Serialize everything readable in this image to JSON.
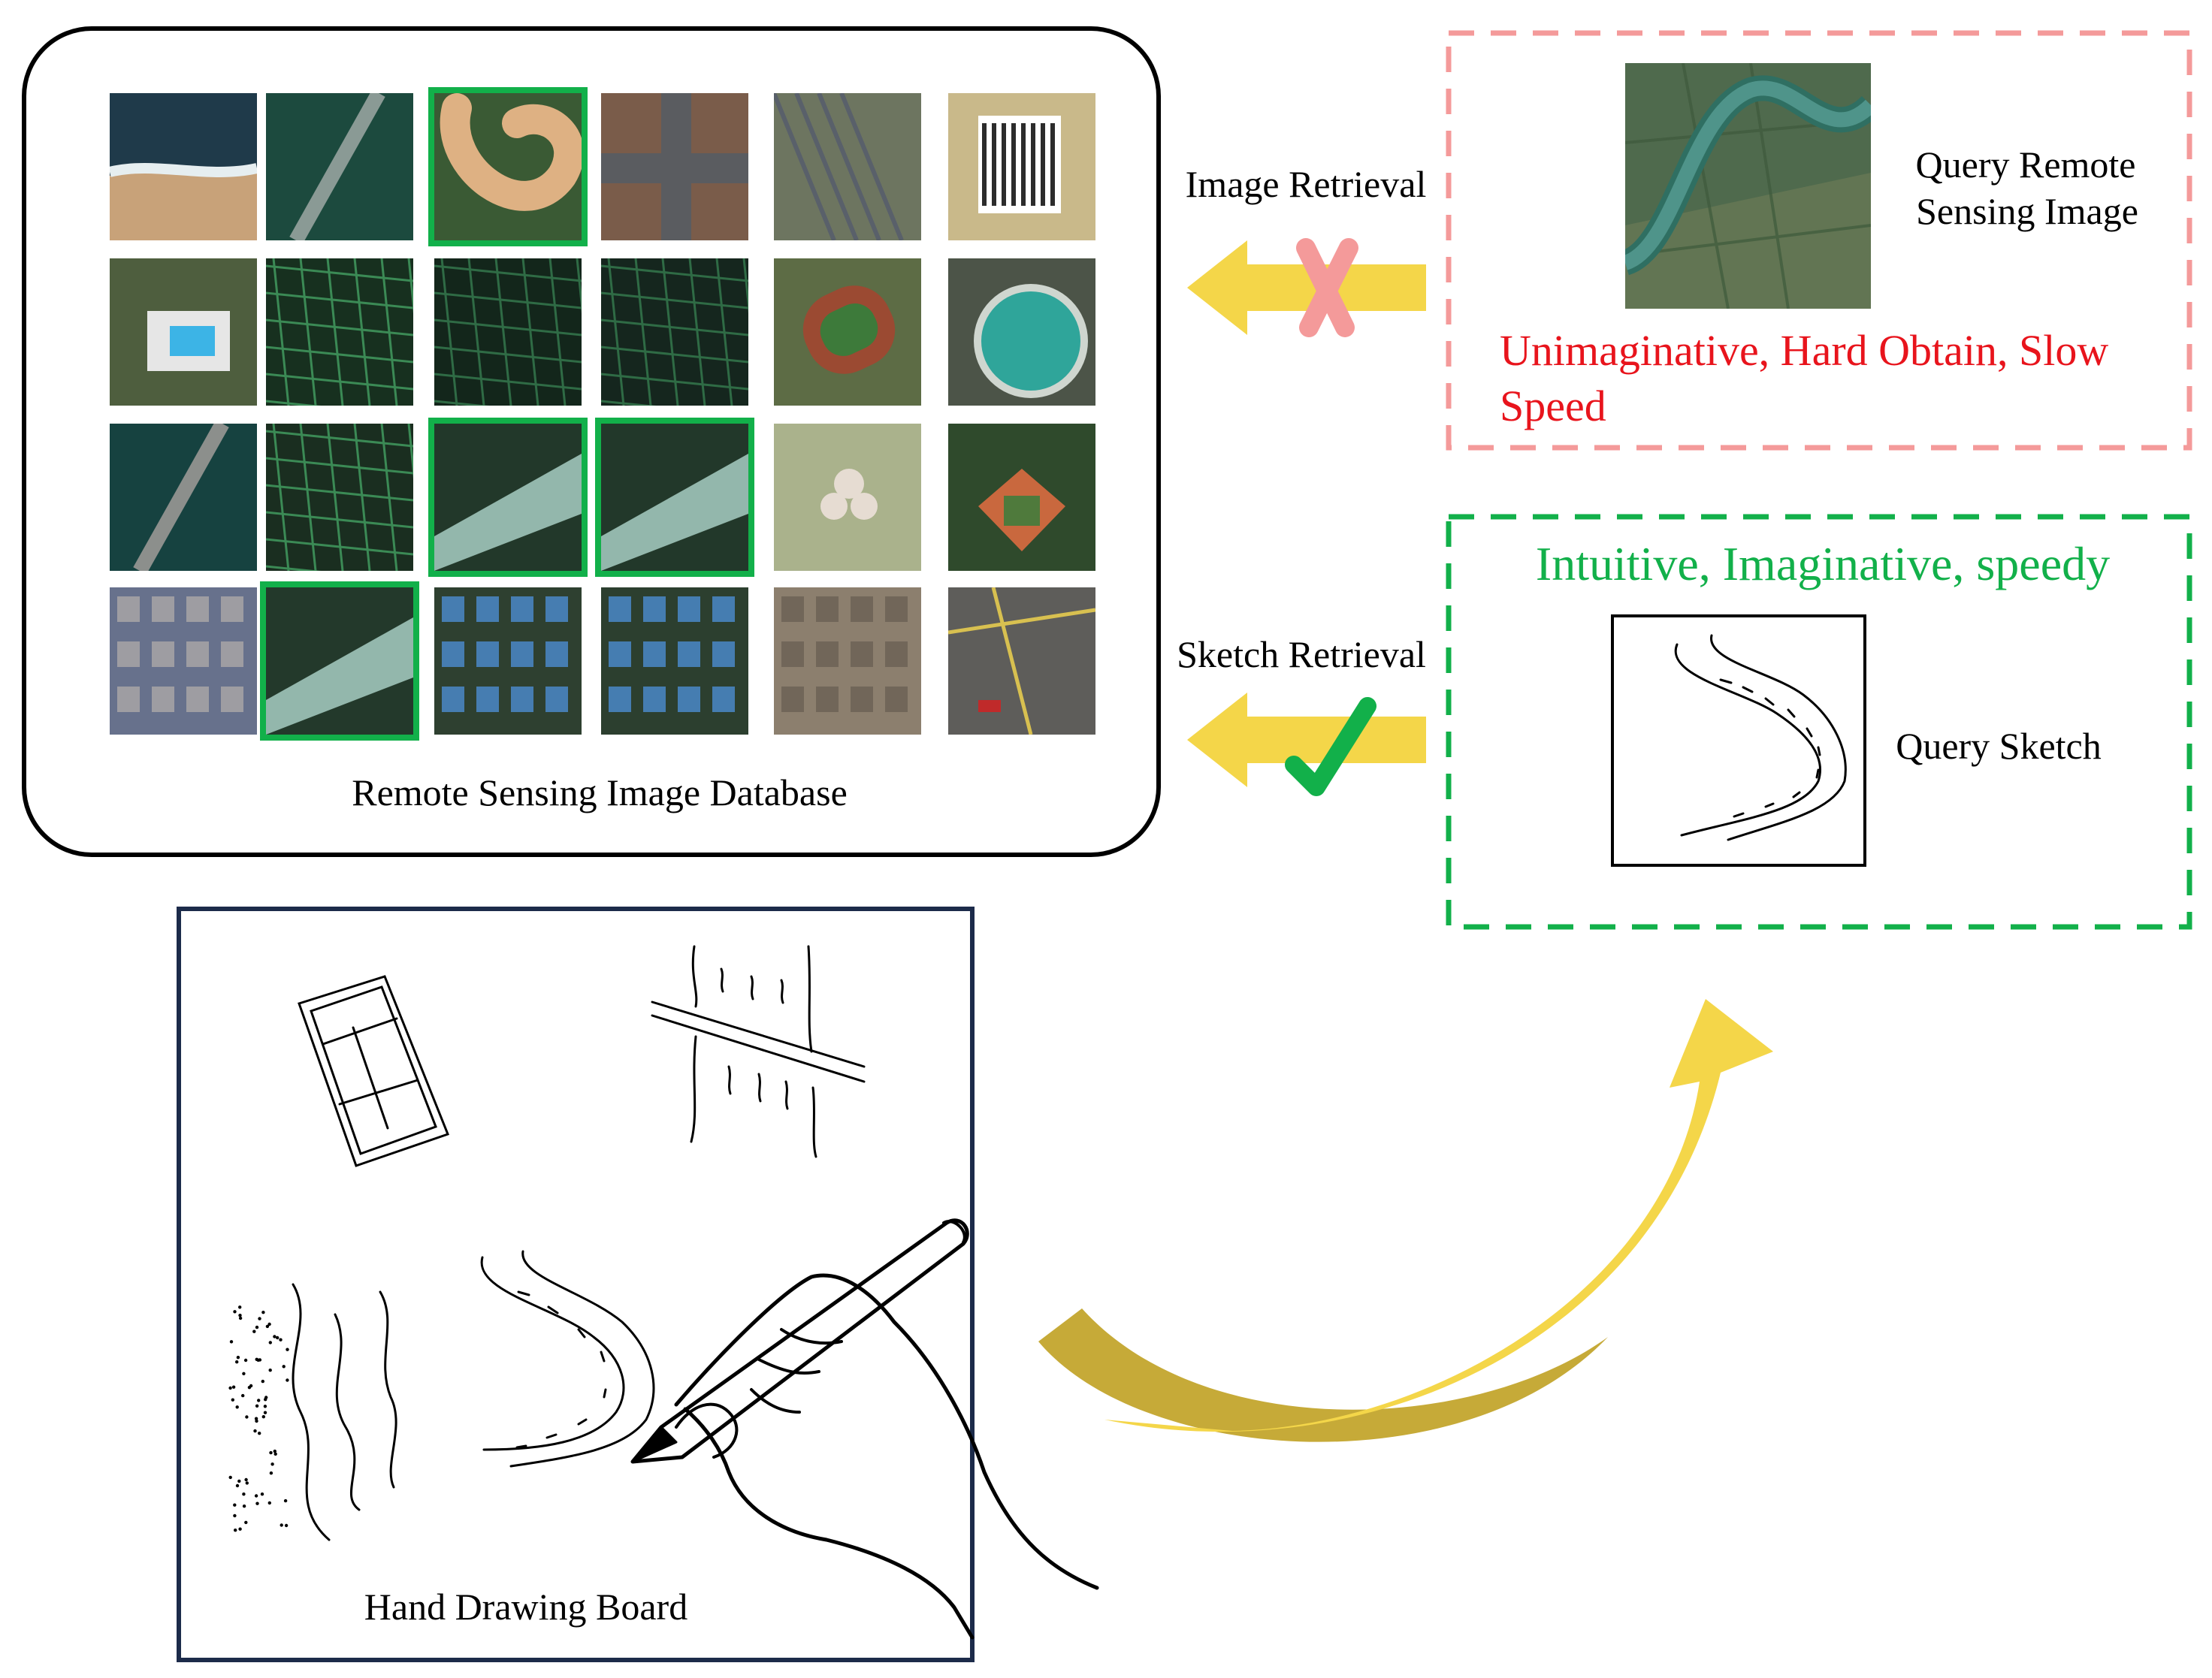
{
  "database": {
    "caption": "Remote Sensing Image Database",
    "tiles": [
      {
        "kind": "beach",
        "c1": "#1f3a4a",
        "c2": "#c8a279",
        "hl": false
      },
      {
        "kind": "bridge",
        "c1": "#1c4a3e",
        "c2": "#8a9a95",
        "hl": false
      },
      {
        "kind": "curve",
        "c1": "#3a5a34",
        "c2": "#deb183",
        "hl": true
      },
      {
        "kind": "cross",
        "c1": "#7a5c4a",
        "c2": "#5a5c60",
        "hl": false
      },
      {
        "kind": "rail",
        "c1": "#6d7560",
        "c2": "#59606a",
        "hl": false
      },
      {
        "kind": "stripes",
        "c1": "#c9b98a",
        "c2": "#2c2c2c",
        "hl": false
      },
      {
        "kind": "pool",
        "c1": "#4e5e3e",
        "c2": "#3cb4e6",
        "hl": false
      },
      {
        "kind": "urban",
        "c1": "#17301f",
        "c2": "#3b8a55",
        "hl": false
      },
      {
        "kind": "grid",
        "c1": "#13261b",
        "c2": "#2f6b45",
        "hl": false
      },
      {
        "kind": "grid",
        "c1": "#15261e",
        "c2": "#2f6b45",
        "hl": false
      },
      {
        "kind": "track",
        "c1": "#5d6c45",
        "c2": "#9b4a32",
        "hl": false
      },
      {
        "kind": "tank",
        "c1": "#4c5448",
        "c2": "#2fa59a",
        "hl": false
      },
      {
        "kind": "bridge",
        "c1": "#164240",
        "c2": "#8c8f8c",
        "hl": false
      },
      {
        "kind": "urban",
        "c1": "#1a2e20",
        "c2": "#3b8a55",
        "hl": false
      },
      {
        "kind": "river",
        "c1": "#22382a",
        "c2": "#93b7ac",
        "hl": true
      },
      {
        "kind": "river",
        "c1": "#22382a",
        "c2": "#93b7ac",
        "hl": true
      },
      {
        "kind": "golf",
        "c1": "#aab28c",
        "c2": "#e6dcd2",
        "hl": false
      },
      {
        "kind": "baseball",
        "c1": "#2f4a2c",
        "c2": "#c9683e",
        "hl": false
      },
      {
        "kind": "town",
        "c1": "#67718c",
        "c2": "#a8a4a6",
        "hl": false
      },
      {
        "kind": "river",
        "c1": "#23392b",
        "c2": "#93b7ac",
        "hl": true
      },
      {
        "kind": "town",
        "c1": "#2e4030",
        "c2": "#4a88c8",
        "hl": false
      },
      {
        "kind": "town",
        "c1": "#2c3f2f",
        "c2": "#4a88c8",
        "hl": false
      },
      {
        "kind": "sparse",
        "c1": "#8c7f6e",
        "c2": "#6c6256",
        "hl": false
      },
      {
        "kind": "apron",
        "c1": "#5e5d5a",
        "c2": "#d8c050",
        "hl": false
      }
    ]
  },
  "image_retrieval": {
    "label": "Image Retrieval",
    "mark_icon": "cross-mark-icon",
    "mark_color": "#f49a9a",
    "arrow_color": "#f4d649"
  },
  "sketch_retrieval": {
    "label": "Sketch Retrieval",
    "mark_icon": "check-mark-icon",
    "mark_color": "#12b04a",
    "arrow_color": "#f4d649"
  },
  "query_image_panel": {
    "border_color": "#f49a9a",
    "label_line1": "Query Remote",
    "label_line2": "Sensing Image",
    "drawback_line1": "Unimaginative, Hard Obtain, Slow",
    "drawback_line2": "Speed",
    "drawback_color": "#e8141c"
  },
  "query_sketch_panel": {
    "border_color": "#12b04a",
    "heading": "Intuitive, Imaginative, speedy",
    "heading_color": "#12b04a",
    "label": "Query Sketch"
  },
  "drawing_board": {
    "caption": "Hand Drawing Board",
    "border_color": "#1c2b4a"
  },
  "curved_arrow": {
    "color_light": "#f4d649",
    "color_dark": "#c6aa38"
  }
}
